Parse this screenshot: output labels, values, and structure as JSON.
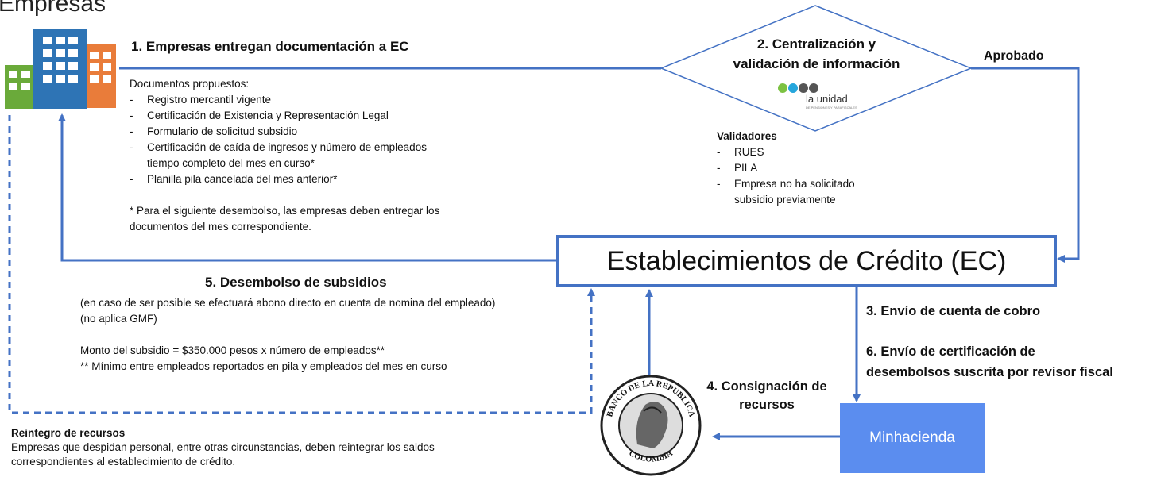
{
  "page_title": "Empresas",
  "step1": {
    "title": "1.  Empresas entregan documentación a EC",
    "docs_heading": "Documentos propuestos:",
    "docs": [
      "Registro mercantil vigente",
      "Certificación de Existencia y Representación Legal",
      "Formulario de solicitud subsidio",
      "Certificación de caída de ingresos y número de empleados tiempo completo del mes en curso*",
      "Planilla pila cancelada del mes anterior*"
    ],
    "footnote": "* Para el siguiente desembolso, las empresas deben entregar los documentos del mes correspondiente."
  },
  "step2": {
    "title_line1": "2.  Centralización y",
    "title_line2": "validación de información",
    "logo_text": "la unidad",
    "logo_subtext": "DE PENSIONES Y PARAFISCALES"
  },
  "approved_label": "Aprobado",
  "validators": {
    "heading": "Validadores",
    "items": [
      "RUES",
      "PILA",
      "Empresa no ha solicitado subsidio previamente"
    ]
  },
  "ec_box": {
    "label": "Establecimientos de Crédito (EC)"
  },
  "step3": {
    "label": "3. Envío de cuenta de cobro"
  },
  "step6": {
    "line1": "6. Envío de certificación de",
    "line2": "desembolsos suscrita por revisor fiscal"
  },
  "step4": {
    "line1": "4. Consignación de",
    "line2": "recursos"
  },
  "minhacienda": {
    "label": "Minhacienda"
  },
  "step5": {
    "title": "5. Desembolso de subsidios",
    "line1": "(en caso de ser posible se efectuará abono directo en cuenta de nomina del empleado)",
    "line2": "(no aplica GMF)",
    "line3": "Monto del subsidio =  $350.000 pesos x número de empleados**",
    "line4": "** Mínimo entre empleados reportados en pila y empleados del mes en curso"
  },
  "reintegro": {
    "title": "Reintegro de recursos",
    "text": "Empresas que despidan personal, entre otras circunstancias, deben reintegrar los saldos correspondientes al establecimiento de crédito."
  },
  "banco": {
    "ring_top": "BANCO DE LA REPUBLICA",
    "ring_bottom": "COLOMBIA"
  },
  "colors": {
    "arrow_blue": "#4472c4",
    "minhacienda_blue": "#5b8def",
    "building_green": "#6aaa3a",
    "building_blue": "#2e74b5",
    "building_orange": "#e97c3a"
  }
}
